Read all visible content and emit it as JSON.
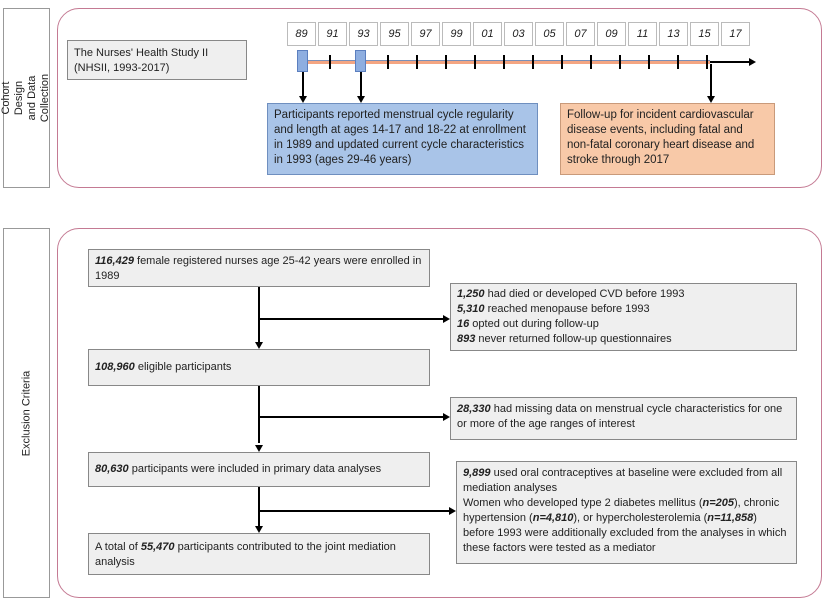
{
  "sections": {
    "cohort": "Cohort Design and Data Collection",
    "exclusion": "Exclusion Criteria"
  },
  "study": "The Nurses' Health Study II (NHSII, 1993-2017)",
  "years": [
    "89",
    "91",
    "93",
    "95",
    "97",
    "99",
    "01",
    "03",
    "05",
    "07",
    "09",
    "11",
    "13",
    "15",
    "17"
  ],
  "colors": {
    "blue": "#a9c4e8",
    "orange": "#f8c9a8",
    "panel_border": "#c47a93",
    "timeline": "#f4a582"
  },
  "blue_box": "Participants reported menstrual cycle regularity and length at ages 14-17 and 18-22 at enrollment in 1989 and updated current cycle characteristics in 1993 (ages 29-46 years)",
  "orange_box": "Follow-up for incident cardiovascular disease events, including fatal and non-fatal coronary heart disease and stroke through 2017",
  "flow": {
    "b1": {
      "n": "116,429",
      "t": " female registered nurses age 25-42 years were enrolled in 1989"
    },
    "e1": [
      {
        "n": "1,250",
        "t": " had died or developed CVD before 1993"
      },
      {
        "n": "5,310",
        "t": " reached menopause before 1993"
      },
      {
        "n": "16",
        "t": " opted out during follow-up"
      },
      {
        "n": "893",
        "t": " never returned follow-up questionnaires"
      }
    ],
    "b2": {
      "n": "108,960",
      "t": " eligible participants"
    },
    "e2": {
      "n": "28,330",
      "t": " had missing data on menstrual cycle characteristics for one or more of the age ranges of interest"
    },
    "b3": {
      "n": "80,630",
      "t": " participants were included in primary data analyses"
    },
    "e3": {
      "n": "9,899",
      "t": " used oral contraceptives at baseline were excluded from all mediation analyses",
      "t2": "Women who developed type 2 diabetes mellitus (",
      "n2": "n=205",
      "t3": "), chronic hypertension (",
      "n3": "n=4,810",
      "t4": "), or hypercholesterolemia (",
      "n4": "n=11,858",
      "t5": ") before 1993 were additionally excluded from the analyses in which these factors were tested as a mediator"
    },
    "b4": {
      "pre": "A total of ",
      "n": "55,470",
      "t": " participants contributed to the joint mediation analysis"
    }
  }
}
